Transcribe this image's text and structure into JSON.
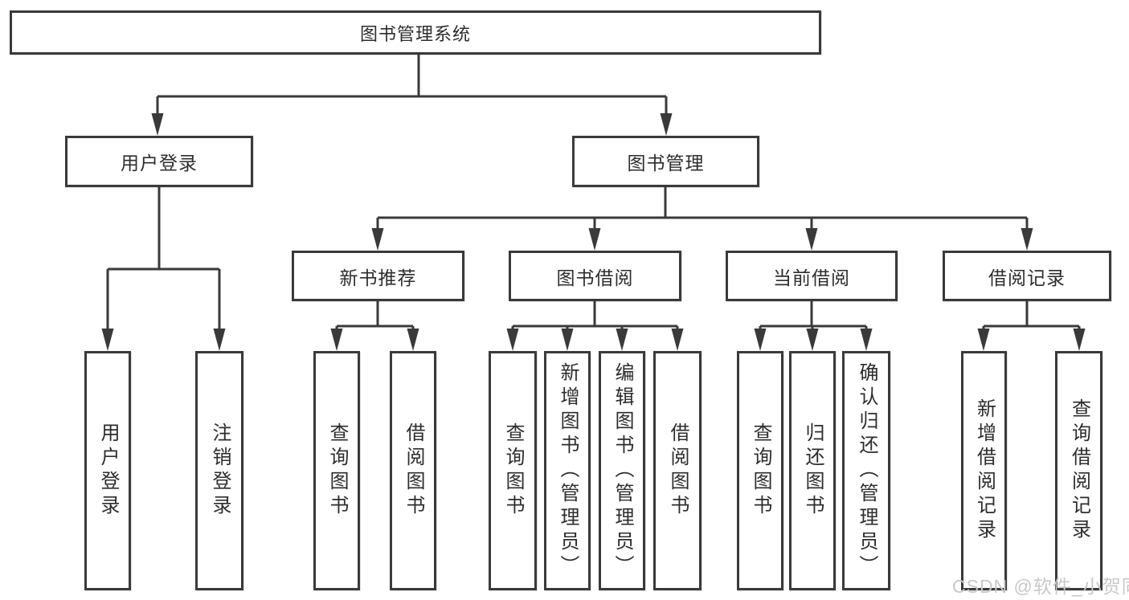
{
  "nodes": {
    "root": "图书管理系统",
    "user_login": "用户登录",
    "book_mgmt": "图书管理",
    "new_books": "新书推荐",
    "book_borrow": "图书借阅",
    "current_borrow": "当前借阅",
    "borrow_records": "借阅记录",
    "leaves_user_login": [
      "用户登录",
      "注销登录"
    ],
    "leaves_new_books": [
      "查询图书",
      "借阅图书"
    ],
    "leaves_book_borrow": [
      "查询图书",
      "新增图书（管理员）",
      "编辑图书（管理员）",
      "借阅图书"
    ],
    "leaves_current_borrow": [
      "查询图书",
      "归还图书",
      "确认归还（管理员）"
    ],
    "leaves_borrow_records": [
      "新增借阅记录",
      "查询借阅记录"
    ]
  },
  "watermark": "CSDN @软件_小贺同学",
  "colors": {
    "line": "#3a3a3a",
    "text": "#2d2d2d",
    "background": "#ffffff",
    "watermark_text": "#c8c8c8"
  }
}
